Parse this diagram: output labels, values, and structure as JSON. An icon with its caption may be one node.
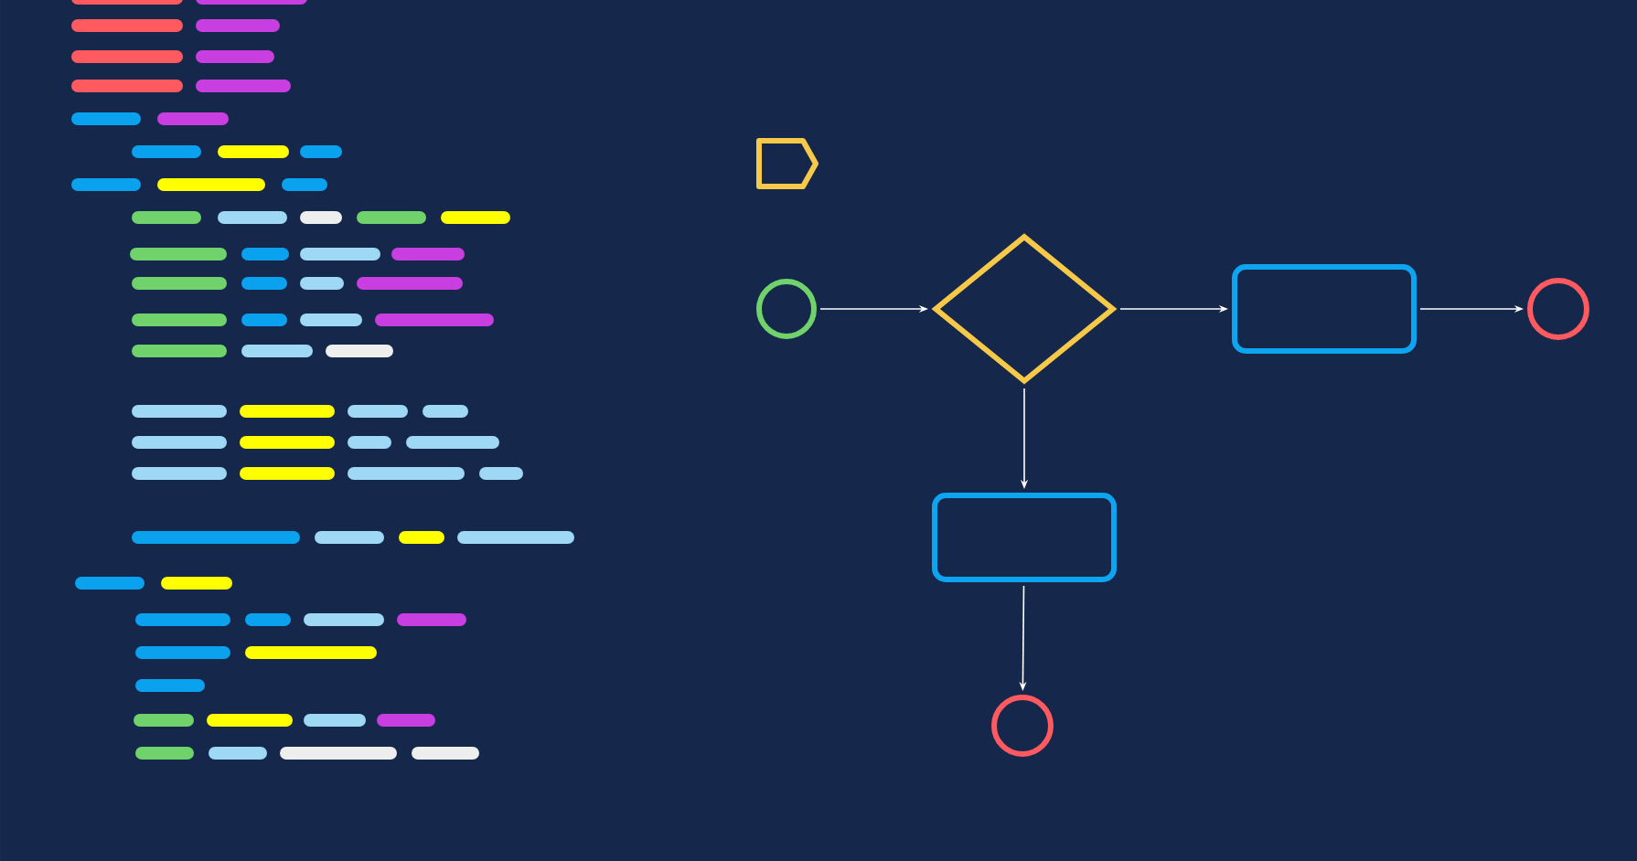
{
  "diagram": {
    "nodes": [
      {
        "text": [],
        "shape": "circle"
      },
      {
        "text": [],
        "shape": "diamond"
      },
      {
        "text": [],
        "shape": "box"
      },
      {
        "text": [],
        "shape": "circle"
      },
      {
        "text": [],
        "shape": "box"
      },
      {
        "text": [],
        "shape": "circle"
      }
    ],
    "edges": [
      {
        "from": 0,
        "to": 1,
        "arrow": "to"
      },
      {
        "from": 1,
        "to": 2,
        "arrow": "to"
      },
      {
        "from": 2,
        "to": 3,
        "arrow": "to"
      },
      {
        "from": 1,
        "to": 4,
        "arrow": "to"
      },
      {
        "from": 4,
        "to": 5,
        "arrow": "to"
      }
    ]
  }
}
